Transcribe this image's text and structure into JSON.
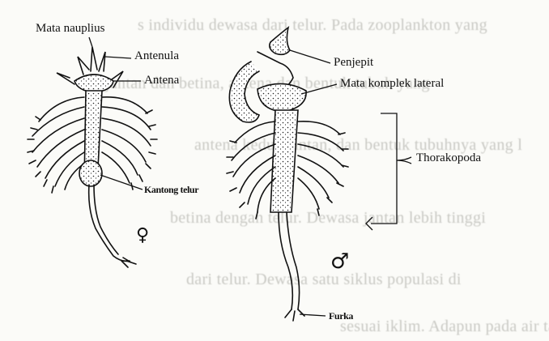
{
  "figure": {
    "colors": {
      "ink": "#111111",
      "paper": "#fbfbf8",
      "bleed": "#c9c9c4"
    },
    "background_text": [
      "s individu dewasa dari telur. Pada zooplankton yang",
      "jantan dan betina, antena dan bentuk tubuh yang",
      "antena kedua jantan, dan bentuk tubuhnya yang l",
      "betina dengan telur. Dewasa jantan lebih tinggi",
      "dari telur. Dewasa satu siklus populasi di",
      "sesuai iklim. Adapun pada air tawarnya da"
    ],
    "labels": {
      "mata_nauplius": "Mata nauplius",
      "antenula": "Antenula",
      "antena": "Antena",
      "kantong_telur": "Kantong telur",
      "penjepit": "Penjepit",
      "mata_komplek_lateral": "Mata komplek lateral",
      "thorakopoda": "Thorakopoda",
      "furka": "Furka"
    },
    "symbols": {
      "female": "♀",
      "male": "♂"
    }
  }
}
